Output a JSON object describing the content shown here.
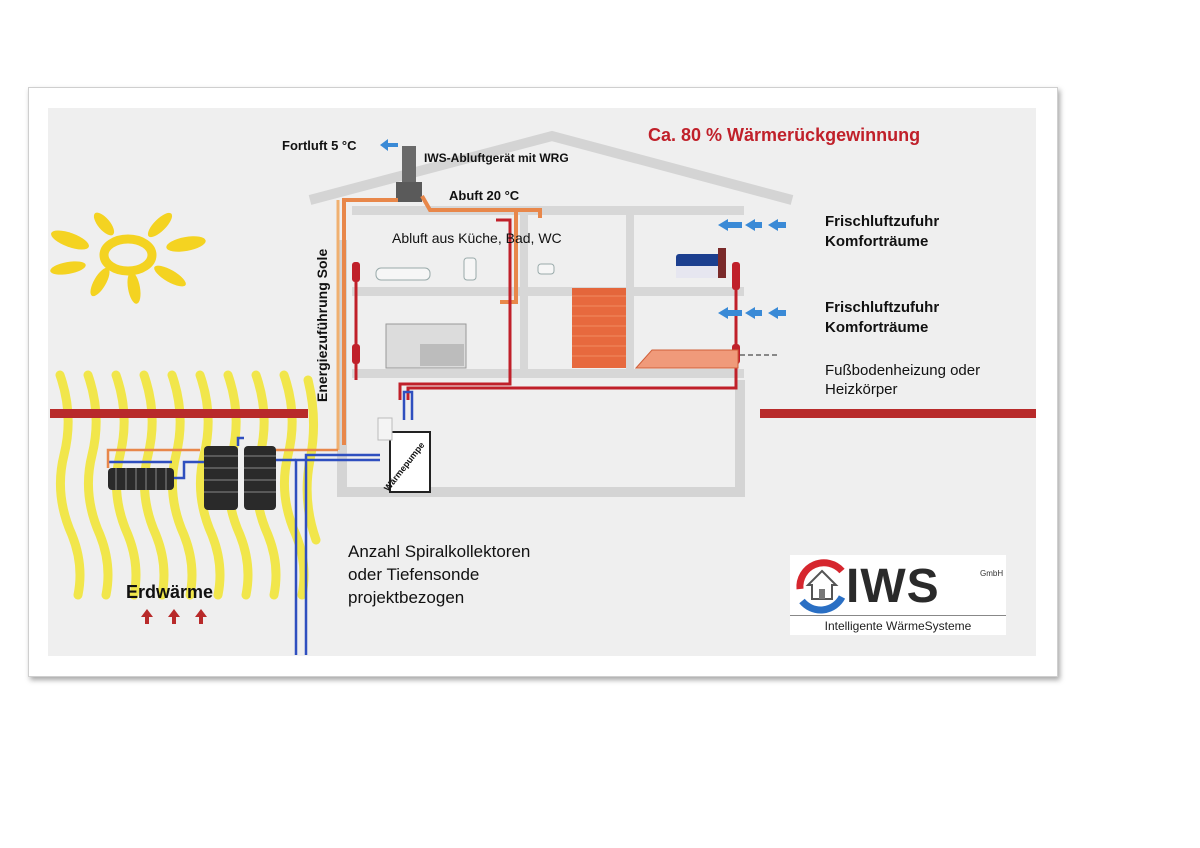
{
  "title": "Ca. 80 % Wärmerückgewinnung",
  "labels": {
    "fortluft": "Fortluft 5 °C",
    "device": "IWS-Abluftgerät mit WRG",
    "abluft_temp": "Abuft 20 °C",
    "abluft_rooms": "Abluft aus Küche, Bad, WC",
    "frischluft_1": {
      "line1": "Frischluftzufuhr",
      "line2": "Komforträume"
    },
    "frischluft_2": {
      "line1": "Frischluftzufuhr",
      "line2": "Komforträume"
    },
    "fussboden": {
      "line1": "Fußbodenheizung oder",
      "line2": "Heizkörper"
    },
    "energiezufuhr": "Energiezuführung Sole",
    "waermepumpe": "Wärmepumpe",
    "kollektoren": {
      "line1": "Anzahl Spiralkollektoren",
      "line2": "oder Tiefensonde",
      "line3": "projektbezogen"
    },
    "erdwaerme": "Erdwärme"
  },
  "logo": {
    "name": "IWS",
    "suffix": "GmbH",
    "tagline": "Intelligente WärmeSysteme"
  },
  "colors": {
    "title": "#c0202a",
    "ground_line": "#b82a2a",
    "heating_pipe": "#c0202a",
    "supply_pipe": "#2f4fbf",
    "exhaust_duct": "#e8874a",
    "air_arrow": "#3a8ad6",
    "sun": "#f4d321",
    "ground_heat": "#f2e63a",
    "house_outline": "#d4d4d4"
  }
}
